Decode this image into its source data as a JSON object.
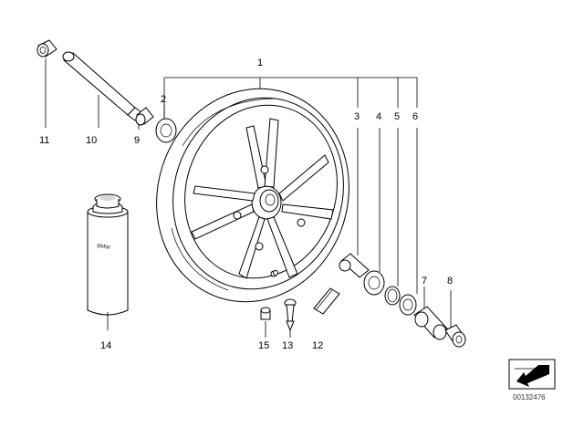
{
  "diagram": {
    "callouts": {
      "c1": "1",
      "c2": "2",
      "c3": "3",
      "c4": "4",
      "c5": "5",
      "c6": "6",
      "c7": "7",
      "c8": "8",
      "c9": "9",
      "c10": "10",
      "c11": "11",
      "c12": "12",
      "c13": "13",
      "c14": "14",
      "c15": "15"
    },
    "spray_can_brand": "BMW",
    "drawing_number": "00132476"
  }
}
